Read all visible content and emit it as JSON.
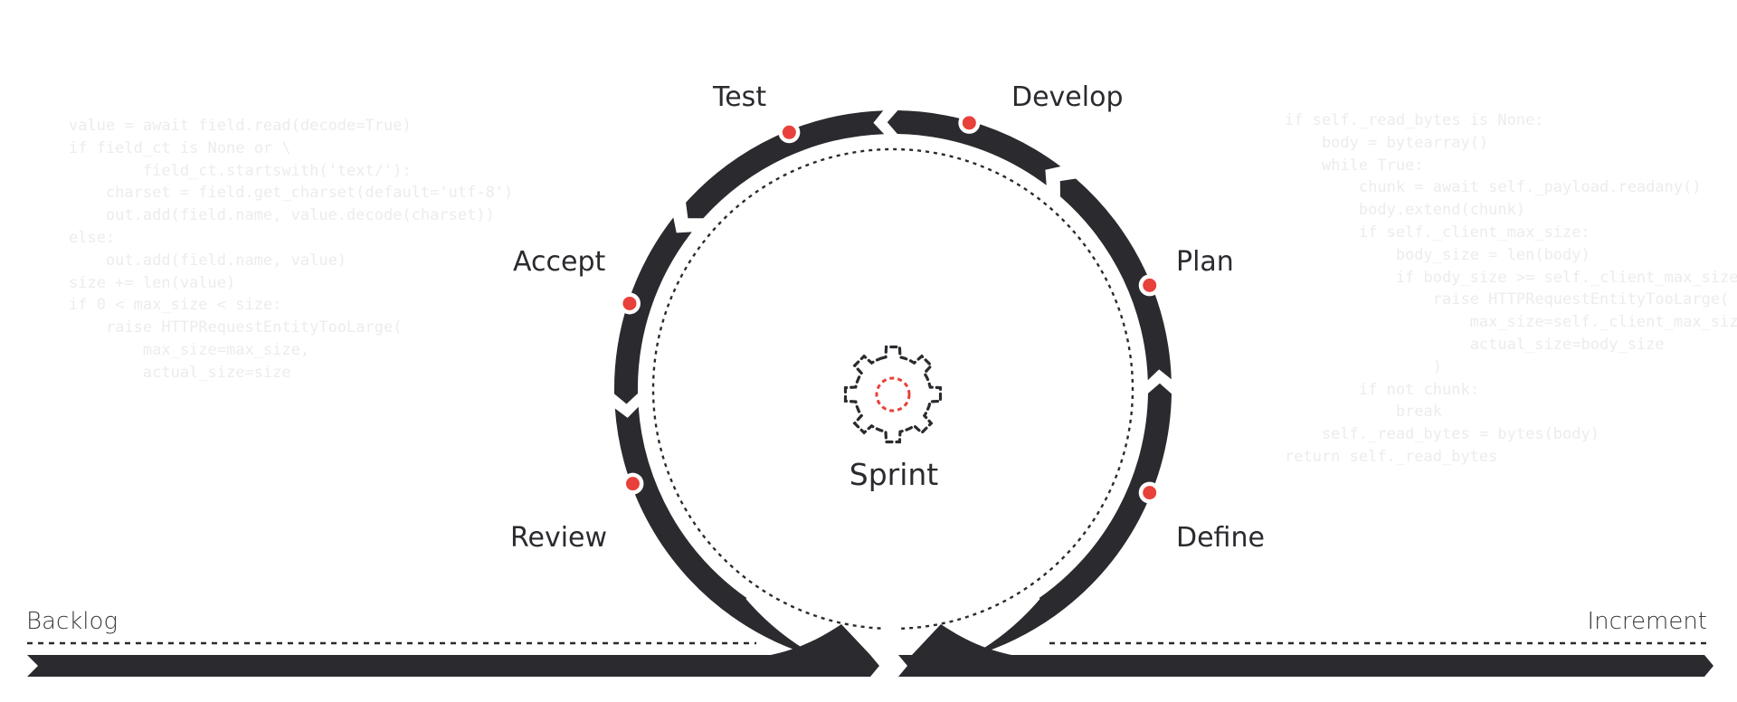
{
  "diagram": {
    "title": "Sprint",
    "center_icon": "gear-icon",
    "phases": [
      {
        "label": "Develop"
      },
      {
        "label": "Test"
      },
      {
        "label": "Accept"
      },
      {
        "label": "Review"
      },
      {
        "label": "Define"
      },
      {
        "label": "Plan"
      }
    ],
    "flow_direction": "counterclockwise",
    "input_label": "Backlog",
    "output_label": "Increment",
    "colors": {
      "ring": "#2b2a2f",
      "marker": "#e8403a",
      "gear_center": "#e8403a",
      "code_text": "#ececec"
    }
  },
  "background_code": {
    "left": [
      "value = await field.read(decode=True)",
      "if field_ct is None or \\",
      "        field_ct.startswith('text/'):",
      "    charset = field.get_charset(default='utf-8')",
      "    out.add(field.name, value.decode(charset))",
      "else:",
      "    out.add(field.name, value)",
      "size += len(value)",
      "if 0 < max_size < size:",
      "    raise HTTPRequestEntityTooLarge(",
      "        max_size=max_size,",
      "        actual_size=size"
    ],
    "right": [
      "if self._read_bytes is None:",
      "    body = bytearray()",
      "    while True:",
      "        chunk = await self._payload.readany()",
      "        body.extend(chunk)",
      "        if self._client_max_size:",
      "            body_size = len(body)",
      "            if body_size >= self._client_max_size:",
      "                raise HTTPRequestEntityTooLarge(",
      "                    max_size=self._client_max_size,",
      "                    actual_size=body_size",
      "                )",
      "        if not chunk:",
      "            break",
      "    self._read_bytes = bytes(body)",
      "return self._read_bytes"
    ]
  }
}
